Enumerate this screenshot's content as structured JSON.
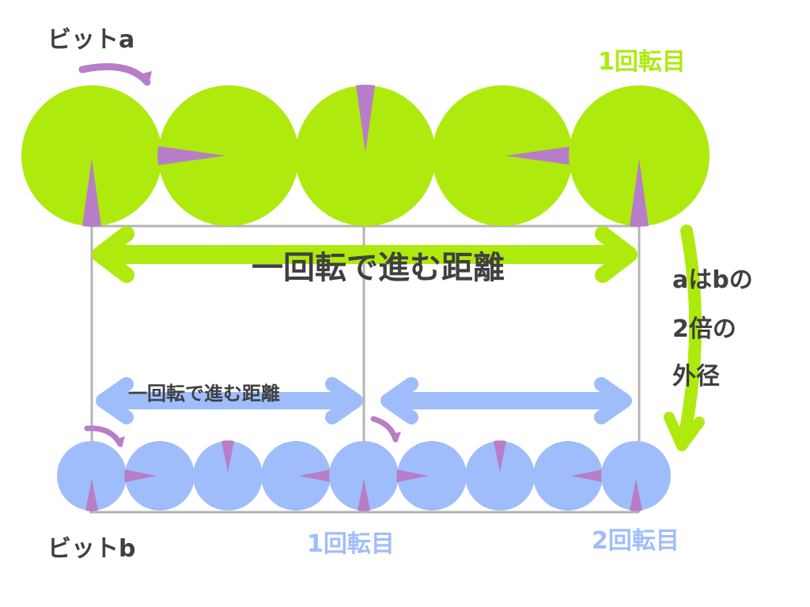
{
  "labels": {
    "bit_a": "ビットa",
    "bit_b": "ビットb",
    "big_rotation_1": "1回転目",
    "small_rotation_1": "1回転目",
    "small_rotation_2": "2回転目",
    "big_distance": "一回転で進む距離",
    "small_distance": "一回転で進む距離",
    "ratio_line1": "aはbの",
    "ratio_line2": "2倍の",
    "ratio_line3": "外径"
  },
  "colors": {
    "big_circle": "#aeea0e",
    "small_circle": "#9fbdfb",
    "marker": "#b87dc8",
    "guide_line": "#b4b4b4",
    "text_dark": "#404040",
    "text_green": "#aeea0e",
    "text_blue": "#9fbdfb",
    "arrow_green": "#aeea0e",
    "arrow_blue": "#9fbdfb"
  },
  "diagram": {
    "big_wheel_marker_angles_deg": [
      180,
      270,
      0,
      90,
      180
    ],
    "small_wheel_marker_angles_deg": [
      180,
      270,
      0,
      90,
      180,
      270,
      0,
      90,
      180
    ],
    "diameter_ratio": 2
  }
}
